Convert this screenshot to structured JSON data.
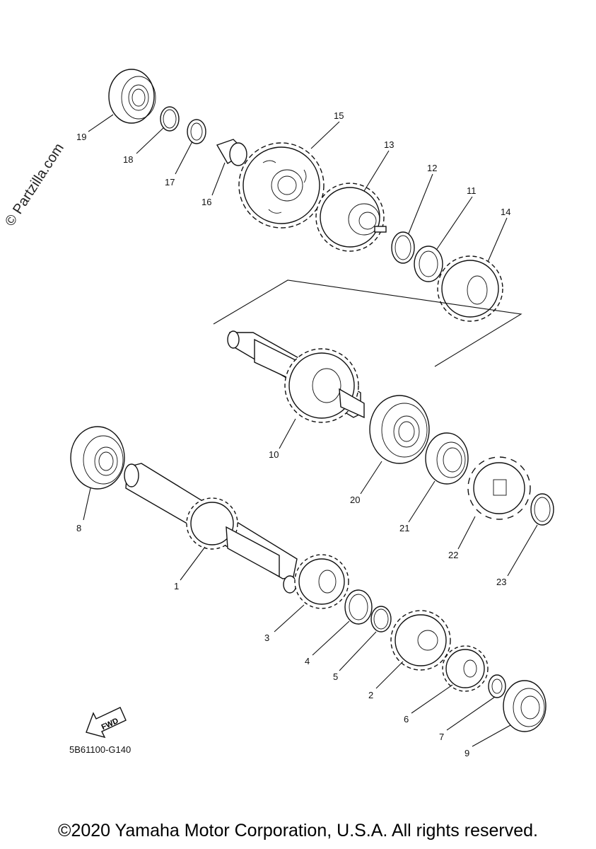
{
  "watermark": "© Partzilla.com",
  "diagram_code": "5B61100-G140",
  "fwd_label": "FWD",
  "copyright": "©2020 Yamaha Motor Corporation, U.S.A. All rights reserved.",
  "callouts": [
    "1",
    "2",
    "3",
    "4",
    "5",
    "6",
    "7",
    "8",
    "9",
    "10",
    "11",
    "12",
    "13",
    "14",
    "15",
    "16",
    "17",
    "18",
    "19",
    "20",
    "21",
    "22",
    "23"
  ]
}
